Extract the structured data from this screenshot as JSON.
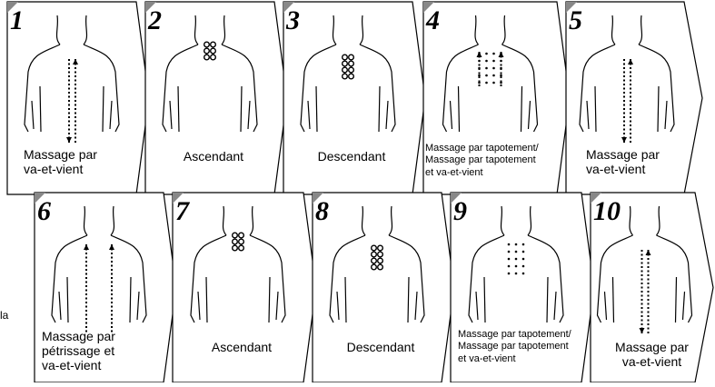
{
  "page": {
    "side_note": "la"
  },
  "panels": [
    {
      "num": "1",
      "caption": "Massage par\nva-et-vient",
      "marker": "arrows-wide"
    },
    {
      "num": "2",
      "caption": "Ascendant",
      "marker": "circles-neck"
    },
    {
      "num": "3",
      "caption": "Descendant",
      "marker": "circles-back"
    },
    {
      "num": "4",
      "caption": "Massage par tapotement/\nMassage par tapotement\net va-et-vient",
      "marker": "tap-arrows"
    },
    {
      "num": "5",
      "caption": "Massage par\nva-et-vient",
      "marker": "arrows-wide"
    },
    {
      "num": "6",
      "caption": "Massage par\npétrissage et\nva-et-vient",
      "marker": "arrows-up"
    },
    {
      "num": "7",
      "caption": "Ascendant",
      "marker": "circles-neck"
    },
    {
      "num": "8",
      "caption": "Descendant",
      "marker": "circles-back"
    },
    {
      "num": "9",
      "caption": "Massage par tapotement/\nMassage par tapotement\net va-et-vient",
      "marker": "tap-dots"
    },
    {
      "num": "10",
      "caption": "Massage par\nva-et-vient",
      "marker": "arrows-wide"
    }
  ]
}
